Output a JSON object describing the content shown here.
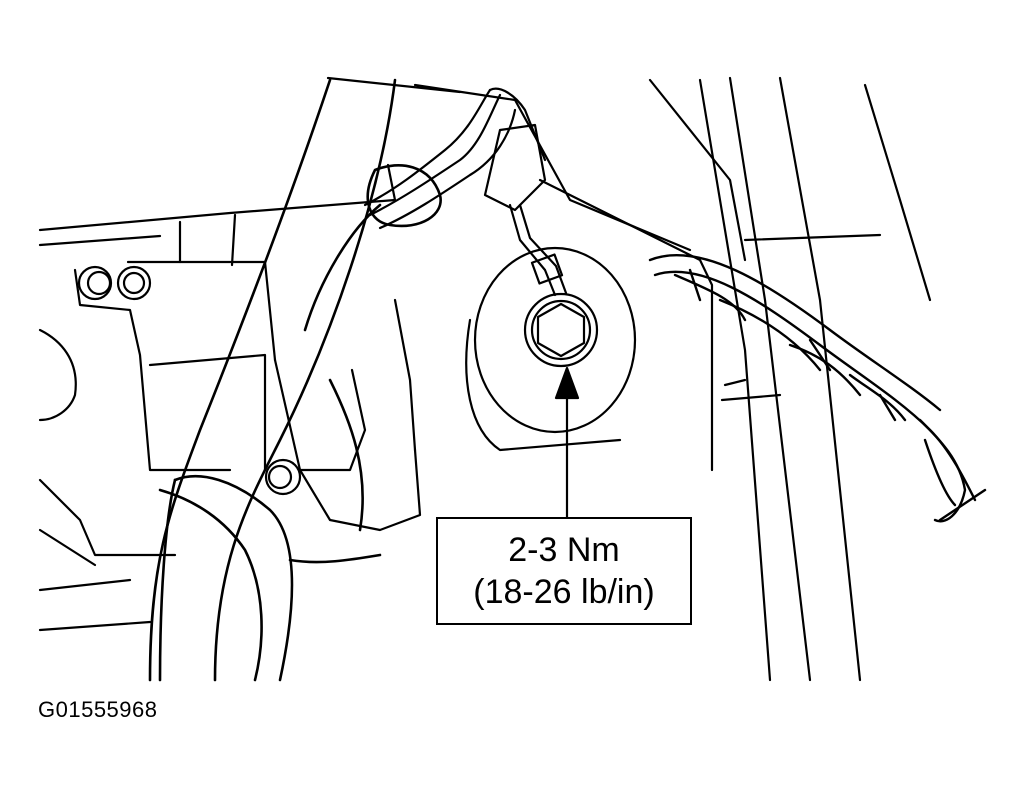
{
  "callout": {
    "metric": "2-3 Nm",
    "imperial": "(18-26 lb/in)"
  },
  "figure_id": "G01555968",
  "colors": {
    "line": "#000000",
    "background": "#ffffff"
  }
}
